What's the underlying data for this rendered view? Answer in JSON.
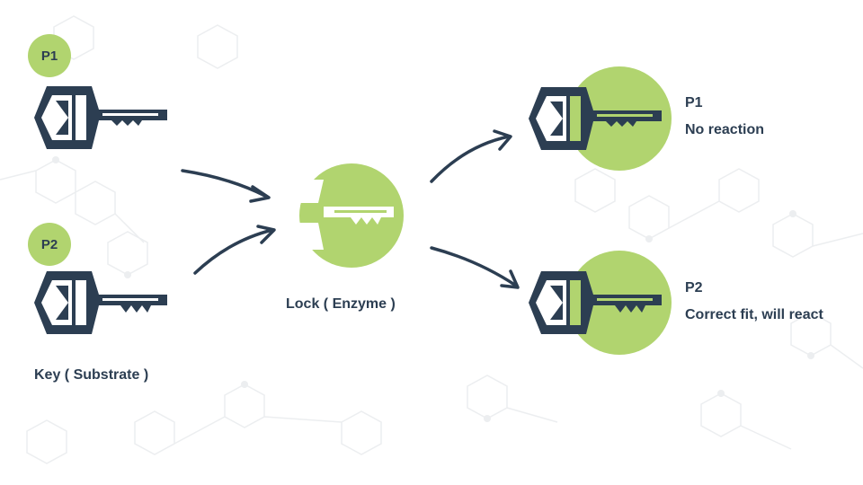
{
  "colors": {
    "accent": "#b1d46f",
    "dark": "#2c3e52",
    "pattern": "#eceef0"
  },
  "keys_section": {
    "p1_badge": "P1",
    "p2_badge": "P2",
    "caption": "Key ( Substrate )"
  },
  "lock_section": {
    "caption": "Lock ( Enzyme )"
  },
  "results": {
    "p1": {
      "title": "P1",
      "text": "No reaction"
    },
    "p2": {
      "title": "P2",
      "text": "Correct fit, will react"
    }
  },
  "icons": [
    "key-icon",
    "lock-icon",
    "arrow-icon"
  ]
}
